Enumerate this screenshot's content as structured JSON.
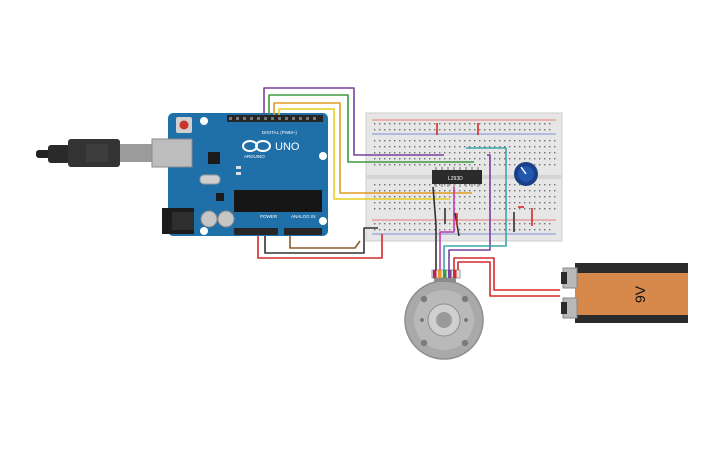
{
  "arduino": {
    "board_text": "UNO",
    "brand_text": "ARDUINO",
    "digital_header_text": "DIGITAL (PWM~)",
    "power_label": "POWER",
    "analog_label": "ANALOG IN"
  },
  "breadboard": {},
  "driver_ic": {
    "label": "L293D"
  },
  "battery": {
    "label": "9V"
  },
  "motor": {},
  "potentiometer": {},
  "colors": {
    "arduino_blue": "#1f6fa9",
    "breadboard": "#e6e6e6",
    "battery_body": "#d6894a",
    "battery_cap": "#2b2b2b",
    "wire_red": "#d42a2a",
    "wire_black": "#333333",
    "wire_purple": "#7a3fa0",
    "wire_green": "#3e9a3a",
    "wire_orange": "#e39b22",
    "wire_yellow": "#e6cf1f",
    "wire_brown": "#8a5a2b",
    "wire_magenta": "#c13ab0",
    "wire_teal": "#3aa7a8"
  }
}
